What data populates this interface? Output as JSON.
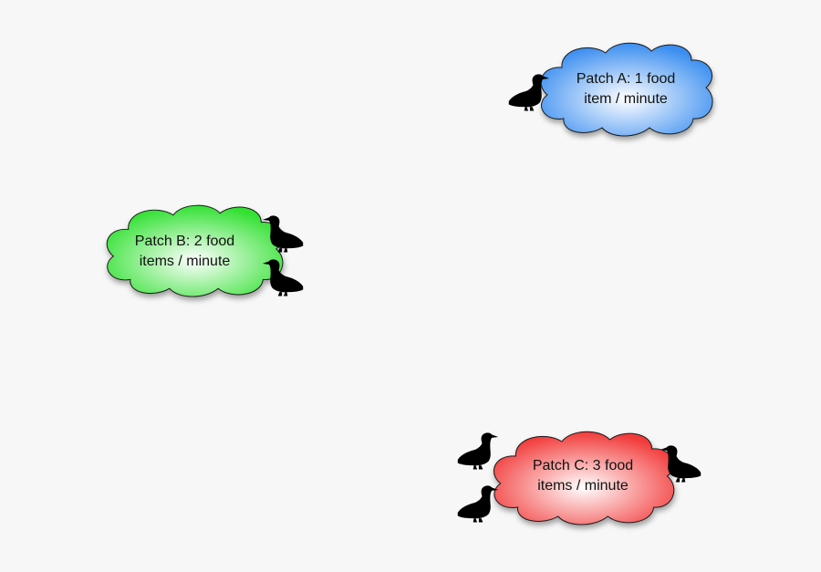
{
  "background": "#f7f7f7",
  "patches": [
    {
      "id": "A",
      "label_line1": "Patch A: 1 food",
      "label_line2": "item / minute",
      "rate": 1,
      "ducks": 1,
      "color_center": "#ffffff",
      "color_edge": "#3a8ef0"
    },
    {
      "id": "B",
      "label_line1": "Patch B: 2 food",
      "label_line2": "items / minute",
      "rate": 2,
      "ducks": 2,
      "color_center": "#ffffff",
      "color_edge": "#33e133"
    },
    {
      "id": "C",
      "label_line1": "Patch C: 3 food",
      "label_line2": "items / minute",
      "rate": 3,
      "ducks": 3,
      "color_center": "#ffffff",
      "color_edge": "#f23a3a"
    }
  ],
  "icons": {
    "duck": "duck-silhouette-icon",
    "cloud": "cloud-shape"
  }
}
